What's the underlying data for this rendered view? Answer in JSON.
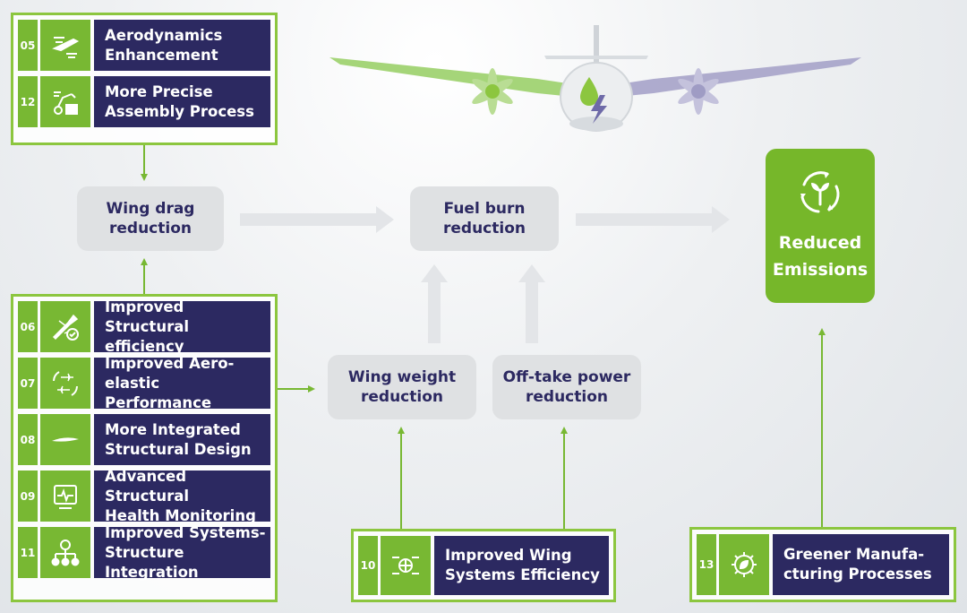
{
  "colors": {
    "green": "#78b833",
    "navy": "#2c2961",
    "grey_box": "#dfe1e3",
    "arrow_grey": "#e3e5e8"
  },
  "group_top": {
    "items": [
      {
        "number": "05",
        "icon": "wing-airflow-icon",
        "label": "Aerodynamics\nEnhancement"
      },
      {
        "number": "12",
        "icon": "robot-arm-assembly-icon",
        "label": "More Precise\nAssembly Process"
      }
    ]
  },
  "group_left": {
    "items": [
      {
        "number": "06",
        "icon": "plane-check-icon",
        "label": "Improved Structural\nefficiency"
      },
      {
        "number": "07",
        "icon": "planes-cycle-icon",
        "label": "Improved Aero-\nelastic Performance"
      },
      {
        "number": "08",
        "icon": "wing-profile-icon",
        "label": "More Integrated\nStructural Design"
      },
      {
        "number": "09",
        "icon": "health-monitor-icon",
        "label": "Advanced Structural\nHealth Monitoring"
      },
      {
        "number": "11",
        "icon": "gear-network-icon",
        "label": "Improved Systems-\nStructure Integration"
      }
    ]
  },
  "group_mid": {
    "items": [
      {
        "number": "10",
        "icon": "wing-systems-icon",
        "label": "Improved Wing\nSystems Efficiency"
      }
    ]
  },
  "group_right": {
    "items": [
      {
        "number": "13",
        "icon": "eco-gear-icon",
        "label": "Greener Manufa-\ncturing Processes"
      }
    ]
  },
  "process": {
    "wing_drag": "Wing drag\nreduction",
    "fuel_burn": "Fuel burn\nreduction",
    "wing_weight": "Wing weight\nreduction",
    "offtake_power": "Off-take power\nreduction"
  },
  "emissions": {
    "label": "Reduced\nEmissions",
    "icon": "recycle-leaf-icon"
  },
  "illustration": {
    "icon": "hybrid-electric-aircraft-icon"
  }
}
